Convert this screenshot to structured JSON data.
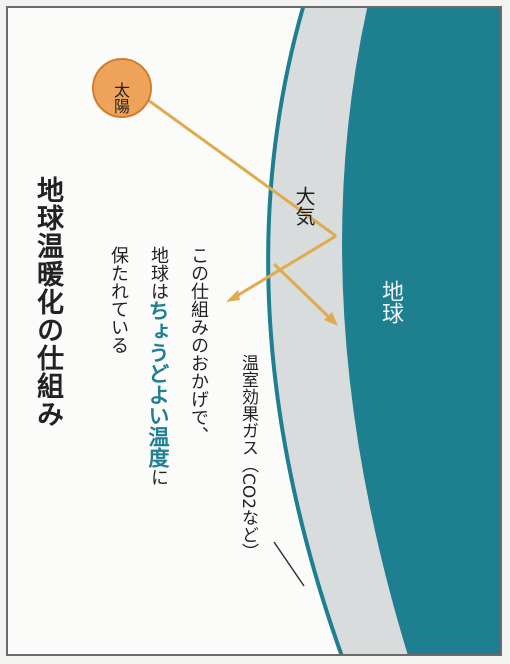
{
  "title": "地球温暖化の仕組み",
  "description": {
    "line1": "この仕組みのおかげで、",
    "line2_prefix": "地球は",
    "line2_highlight_a": "ちょうどよい",
    "line2_highlight_b": "温度",
    "line2_suffix": "に",
    "line3": "保たれている"
  },
  "labels": {
    "sun": "太陽",
    "atmosphere": "大気",
    "earth": "地球",
    "greenhouse_gas": "温室効果ガス（CO2など）"
  },
  "colors": {
    "earth": "#1e7f90",
    "atmosphere": "#d9dcdc",
    "sun": "#eea35a",
    "sunlight": "#dfab4f",
    "highlight": "#1f7f95"
  }
}
